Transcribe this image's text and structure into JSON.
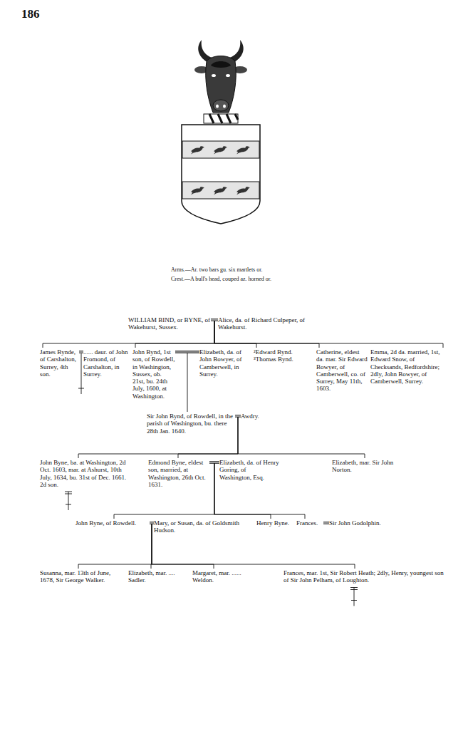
{
  "diagram": {
    "nodes": [
      {
        "text": [
          "WILLIAM BIND, or BYNE, of Wakehurst, Sussex."
        ]
      },
      {
        "text": [
          "Alice, da. of Richard Culpeper, of Wakehurst."
        ]
      },
      {
        "text": [
          "James Bynde, of Carshalton, Surrey, 4th son."
        ]
      },
      {
        "text": [
          "...... daur. of John Fromond, of Carshalton, in Surrey."
        ]
      },
      {
        "text": [
          "John Bynd, 1st son, of Rowdell, in Washington, Sussex, ob. 21st, bu. 24th July, 1600, at Washington."
        ]
      },
      {
        "text": [
          "Elizabeth, da. of John Bowyer, of Camberwell, in Surrey."
        ]
      },
      {
        "text": [
          "²Edward Bynd.",
          "³Thomas Bynd."
        ]
      },
      {
        "text": [
          "Catherine, eldest da. mar. Sir Edward Bowyer, of Camberwell, co. of Surrey, May 11th, 1603."
        ]
      },
      {
        "text": [
          "Emma, 2d da. married, 1st, Edward Snow, of Checksands, Bedfordshire; 2dly, John Bowyer, of Camberwell, Surrey."
        ]
      },
      {
        "text": [
          "Sir John Bynd, of Rowdell, in the parish of Washington, bu. there 28th Jan. 1640."
        ]
      },
      {
        "text": [
          "Awdry."
        ]
      },
      {
        "text": [
          "John Byne, ba. at Washington, 2d Oct. 1603, mar. at Ashurst, 10th July, 1634, bu. 31st of Dec. 1661. 2d son."
        ]
      },
      {
        "text": [
          "Edmond Byne, eldest son, married, at Washington, 26th Oct. 1631."
        ]
      },
      {
        "text": [
          "Elizabeth, da. of Henry Goring, of Washington, Esq."
        ]
      },
      {
        "text": [
          "Elizabeth, mar. Sir John Norton."
        ]
      },
      {
        "text": [
          "John Byne, of Rowdell."
        ]
      },
      {
        "text": [
          "Mary, or Susan, da. of Goldsmith Hudson."
        ]
      },
      {
        "text": [
          "Henry Byne."
        ]
      },
      {
        "text": [
          "Frances."
        ]
      },
      {
        "text": [
          "Sir John Godolphin."
        ]
      },
      {
        "text": [
          "Susanna, mar. 13th of June, 1678, Sir George Walker."
        ]
      },
      {
        "text": [
          "Elizabeth, mar. .... Sadler."
        ]
      },
      {
        "text": [
          "Margaret, mar. ...... Weldon."
        ]
      },
      {
        "text": [
          "Frances, mar. 1st, Sir Robert Heath; 2dly, Henry, youngest son of Sir John Pelham, of Loughton."
        ]
      }
    ],
    "edges": [
      {
        "from": 0,
        "to": 2,
        "arrow": "none"
      },
      {
        "from": 0,
        "to": 4,
        "arrow": "none"
      },
      {
        "from": 0,
        "to": 6,
        "arrow": "none"
      },
      {
        "from": 0,
        "to": 7,
        "arrow": "none"
      },
      {
        "from": 0,
        "to": 8,
        "arrow": "none"
      },
      {
        "from": 4,
        "to": 9,
        "arrow": "none"
      },
      {
        "from": 9,
        "to": 11,
        "arrow": "none"
      },
      {
        "from": 9,
        "to": 12,
        "arrow": "none"
      },
      {
        "from": 9,
        "to": 14,
        "arrow": "none"
      },
      {
        "from": 12,
        "to": 15,
        "arrow": "none"
      },
      {
        "from": 12,
        "to": 17,
        "arrow": "none"
      },
      {
        "from": 12,
        "to": 18,
        "arrow": "none"
      },
      {
        "from": 15,
        "to": 20,
        "arrow": "none"
      },
      {
        "from": 15,
        "to": 21,
        "arrow": "none"
      },
      {
        "from": 15,
        "to": 22,
        "arrow": "none"
      },
      {
        "from": 15,
        "to": 23,
        "arrow": "none"
      },
      {
        "from": 0,
        "to": 1,
        "arrow": "none"
      },
      {
        "from": 2,
        "to": 3,
        "arrow": "none"
      },
      {
        "from": 4,
        "to": 5,
        "arrow": "none"
      },
      {
        "from": 9,
        "to": 10,
        "arrow": "none"
      },
      {
        "from": 12,
        "to": 13,
        "arrow": "none"
      },
      {
        "from": 15,
        "to": 16,
        "arrow": "none"
      },
      {
        "from": 18,
        "to": 19,
        "arrow": "none"
      }
    ],
    "labels": [
      "186",
      "Arms.—Ar. two bars gu. six martlets or.",
      "Crest.—A bull's head, couped az. horned or."
    ]
  }
}
